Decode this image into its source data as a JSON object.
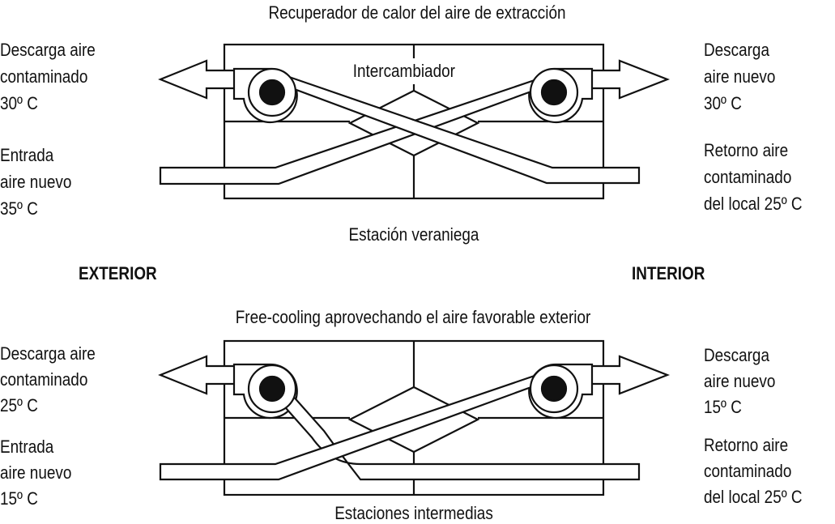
{
  "top": {
    "title": "Recuperador de calor del aire de extracción",
    "exchanger_label": "Intercambiador",
    "left_top": [
      "Descarga aire",
      "contaminado",
      "30º C"
    ],
    "left_bottom": [
      "Entrada",
      "aire nuevo",
      "35º C"
    ],
    "right_top": [
      "Descarga",
      "aire nuevo",
      "30º C"
    ],
    "right_bottom": [
      "Retorno aire",
      "contaminado",
      "del local 25º C"
    ],
    "caption": "Estación veraniega"
  },
  "side_labels": {
    "left": "EXTERIOR",
    "right": "INTERIOR"
  },
  "bottom": {
    "title": "Free-cooling aprovechando el aire favorable exterior",
    "left_top": [
      "Descarga aire",
      "contaminado",
      "25º C"
    ],
    "left_bottom": [
      "Entrada",
      "aire nuevo",
      "15º C"
    ],
    "right_top": [
      "Descarga",
      "aire nuevo",
      "15º C"
    ],
    "right_bottom": [
      "Retorno aire",
      "contaminado",
      "del local 25º C"
    ],
    "caption": "Estaciones intermedias"
  },
  "colors": {
    "ink": "#111111",
    "background": "#ffffff"
  }
}
